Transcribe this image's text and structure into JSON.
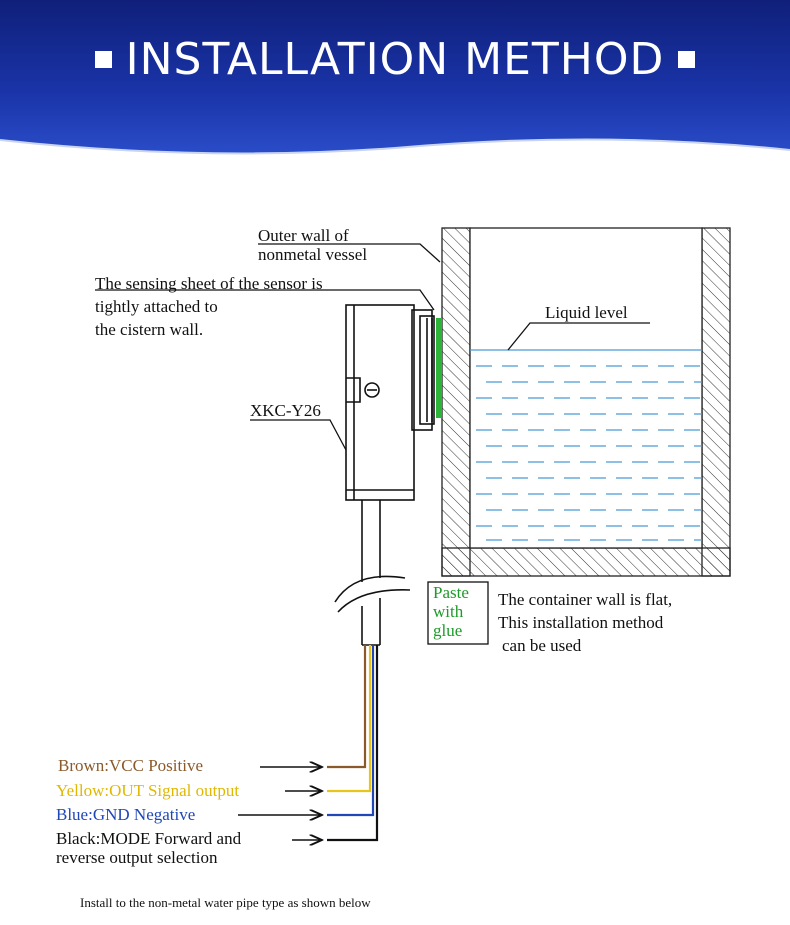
{
  "header": {
    "title": "INSTALLATION METHOD"
  },
  "labels": {
    "outer_wall": [
      "Outer wall of",
      "nonmetal vessel"
    ],
    "sensing_sheet": [
      "The sensing sheet of the sensor is",
      "tightly attached to",
      "the cistern wall."
    ],
    "liquid_level": "Liquid level",
    "model": "XKC-Y26",
    "paste": [
      "Paste",
      "with",
      "glue"
    ],
    "flat_wall": [
      "The container wall is flat,",
      "This installation method",
      "can be used"
    ]
  },
  "wires": [
    {
      "label": "Brown:VCC Positive",
      "color": "#8B5A2B"
    },
    {
      "label": "Yellow:OUT Signal output",
      "color": "#E8C51A"
    },
    {
      "label": "Blue:GND Negative",
      "color": "#1F47B8"
    },
    {
      "label_line1": "Black:MODE Forward and",
      "label_line2": "reverse output selection",
      "color": "#111111"
    }
  ],
  "colors": {
    "header_blue": "#1a2f9c",
    "glue_green": "#2db53a",
    "water_line": "#4a9ad8"
  },
  "footnote": "Install to the non-metal water pipe type as shown below"
}
